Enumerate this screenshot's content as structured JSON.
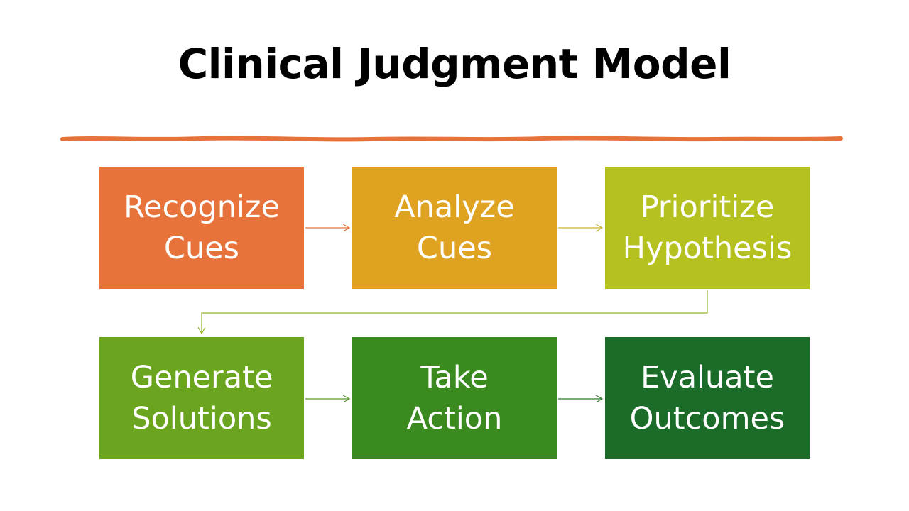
{
  "title": "Clinical Judgment Model",
  "accent_color": "#E8733A",
  "steps": [
    {
      "label": "Recognize\nCues",
      "color": "#E8733A"
    },
    {
      "label": "Analyze\nCues",
      "color": "#DFA321"
    },
    {
      "label": "Prioritize\nHypothesis",
      "color": "#B5C11F"
    },
    {
      "label": "Generate\nSolutions",
      "color": "#6BA51F"
    },
    {
      "label": "Take\nAction",
      "color": "#3A8A1F"
    },
    {
      "label": "Evaluate\nOutcomes",
      "color": "#1B6C28"
    }
  ],
  "connector_colors": {
    "step1_to_step2": "#E8733A",
    "step2_to_step3": "#C9B42A",
    "step3_to_step4": "#93B52A",
    "step4_to_step5": "#5A9A2A",
    "step5_to_step6": "#2E7A2A"
  }
}
